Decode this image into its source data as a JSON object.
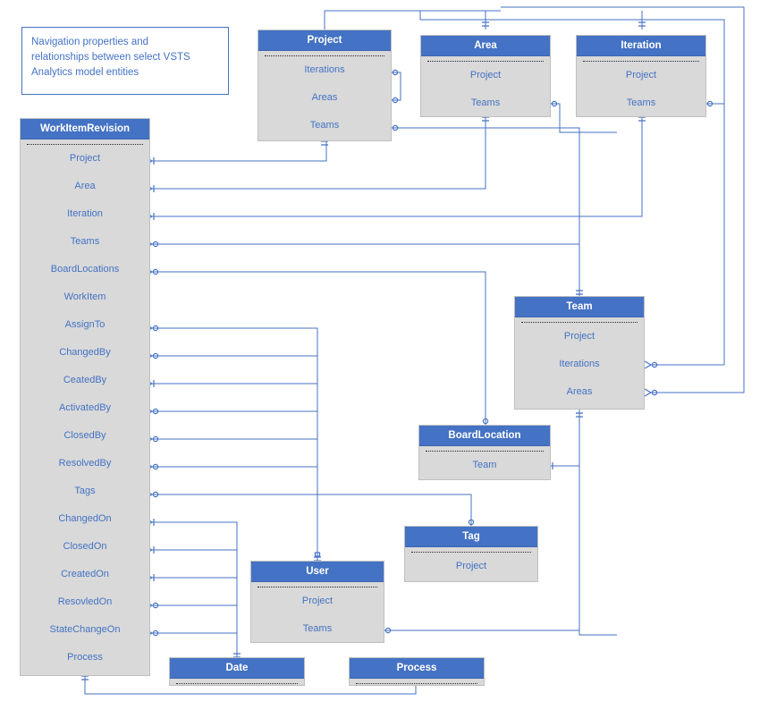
{
  "diagram": {
    "title": "Navigation properties and relationships between select VSTS Analytics model entities",
    "note_text": "Navigation properties and\nrelationships between select VSTS\nAnalytics model entities",
    "colors": {
      "header_blue": "#4472c4",
      "body_gray": "#d9d9d9",
      "text_blue": "#4472c4",
      "connector": "#4472c4",
      "note_border": "#4472c4",
      "background": "#ffffff"
    }
  },
  "entities": {
    "workitemrevision": {
      "name": "WorkItemRevision",
      "rows": [
        "Project",
        "Area",
        "Iteration",
        "Teams",
        "BoardLocations",
        "WorkItem",
        "AssignTo",
        "ChangedBy",
        "CeatedBy",
        "ActivatedBy",
        "ClosedBy",
        "ResolvedBy",
        "Tags",
        "ChangedOn",
        "ClosedOn",
        "CreatedOn",
        "ResovledOn",
        "StateChangeOn",
        "Process"
      ]
    },
    "project": {
      "name": "Project",
      "rows": [
        "Iterations",
        "Areas",
        "Teams"
      ]
    },
    "area": {
      "name": "Area",
      "rows": [
        "Project",
        "Teams"
      ]
    },
    "iteration": {
      "name": "Iteration",
      "rows": [
        "Project",
        "Teams"
      ]
    },
    "team": {
      "name": "Team",
      "rows": [
        "Project",
        "Iterations",
        "Areas"
      ]
    },
    "boardlocation": {
      "name": "BoardLocation",
      "rows": [
        "Team"
      ]
    },
    "tag": {
      "name": "Tag",
      "rows": [
        "Project"
      ]
    },
    "user": {
      "name": "User",
      "rows": [
        "Project",
        "Teams"
      ]
    },
    "date": {
      "name": "Date",
      "rows": []
    },
    "process": {
      "name": "Process",
      "rows": []
    }
  }
}
